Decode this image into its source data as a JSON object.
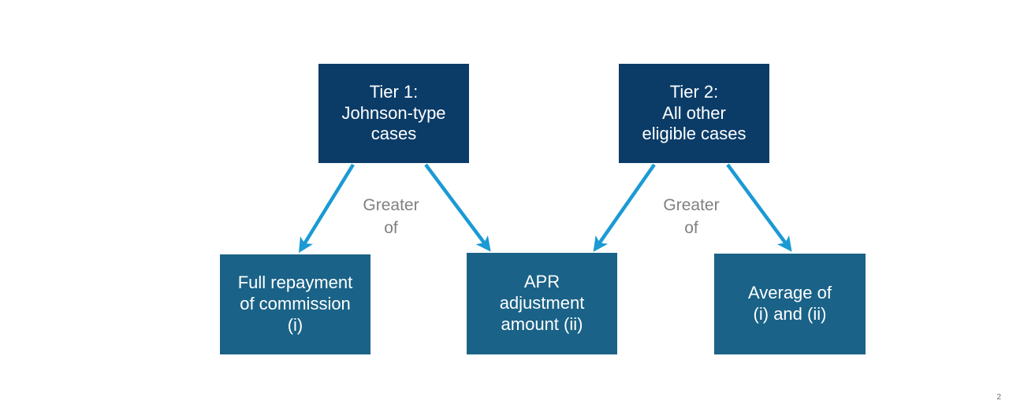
{
  "slide": {
    "page_number": "2",
    "background_color": "#ffffff"
  },
  "colors": {
    "tier_box": "#0B3C68",
    "outcome_box": "#1A6287",
    "arrow": "#1B9AD4",
    "connector_label_text": "#808080",
    "box_text": "#ffffff"
  },
  "diagram": {
    "tiers": [
      {
        "id": "tier-1",
        "label": "Tier 1:\nJohnson-type\ncases"
      },
      {
        "id": "tier-2",
        "label": "Tier 2:\nAll other\neligible cases"
      }
    ],
    "outcomes": [
      {
        "id": "outcome-full-repayment",
        "label": "Full repayment\nof commission\n(i)"
      },
      {
        "id": "outcome-apr-adjustment",
        "label": "APR\nadjustment\namount (ii)"
      },
      {
        "id": "outcome-average",
        "label": "Average of\n(i) and (ii)"
      }
    ],
    "connector_labels": [
      {
        "id": "greater-of-1",
        "text": "Greater\nof"
      },
      {
        "id": "greater-of-2",
        "text": "Greater\nof"
      }
    ],
    "arrows": [
      {
        "id": "arrow-tier1-to-full-repayment",
        "from": "tier-1",
        "to": "outcome-full-repayment"
      },
      {
        "id": "arrow-tier1-to-apr-adjustment",
        "from": "tier-1",
        "to": "outcome-apr-adjustment"
      },
      {
        "id": "arrow-tier2-to-apr-adjustment",
        "from": "tier-2",
        "to": "outcome-apr-adjustment"
      },
      {
        "id": "arrow-tier2-to-average",
        "from": "tier-2",
        "to": "outcome-average"
      }
    ]
  }
}
